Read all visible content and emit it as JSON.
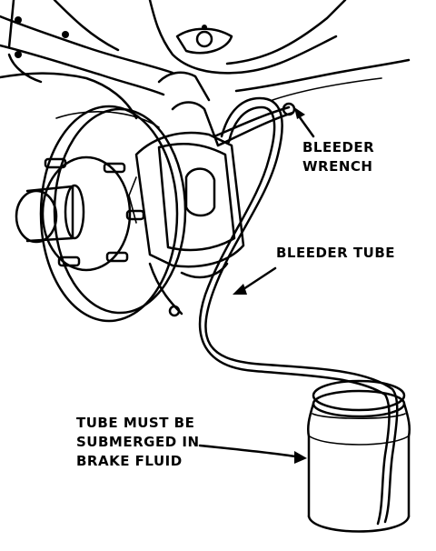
{
  "labels": {
    "bleeder_wrench": [
      "BLEEDER",
      "WRENCH"
    ],
    "bleeder_tube": [
      "BLEEDER TUBE"
    ],
    "submerge_note": [
      "TUBE MUST BE",
      "SUBMERGED IN",
      "BRAKE FLUID"
    ]
  },
  "colors": {
    "ink": "#000000",
    "paper": "#ffffff"
  }
}
